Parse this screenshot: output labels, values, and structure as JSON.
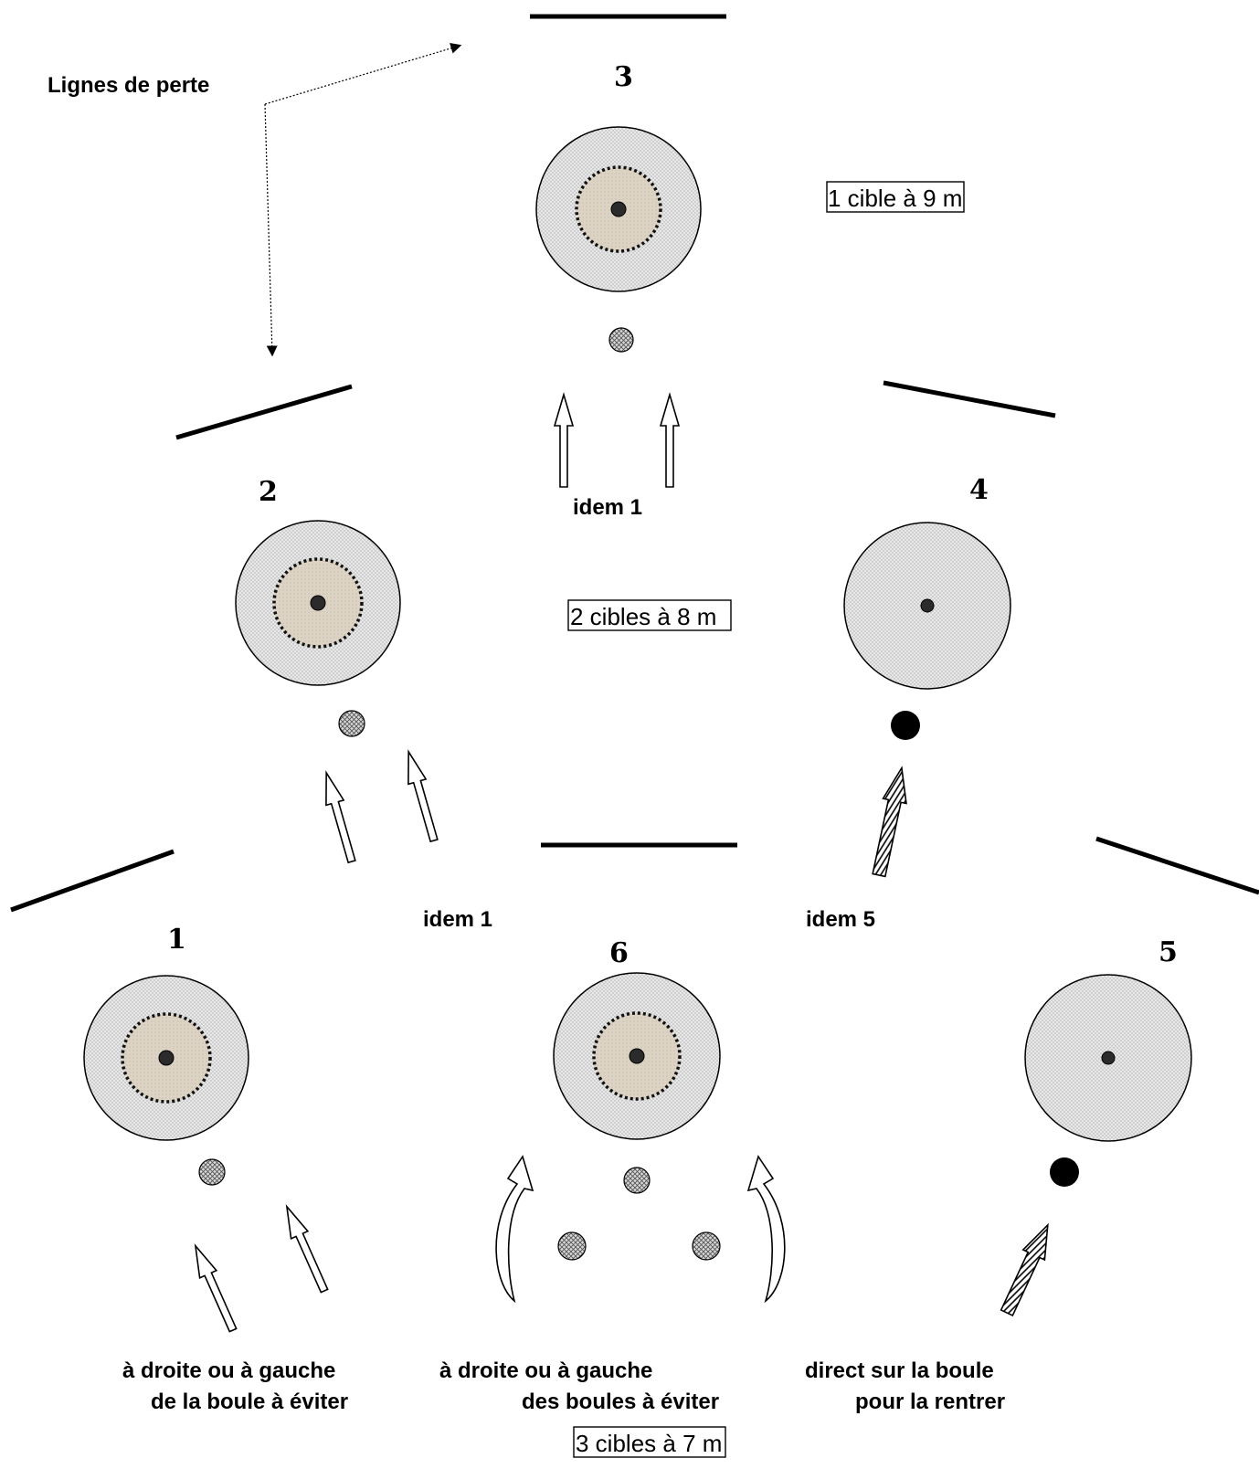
{
  "loss_lines_label": "Lignes de perte",
  "stations": [
    {
      "id": "s1",
      "number": "1"
    },
    {
      "id": "s2",
      "number": "2"
    },
    {
      "id": "s3",
      "number": "3"
    },
    {
      "id": "s4",
      "number": "4"
    },
    {
      "id": "s5",
      "number": "5"
    },
    {
      "id": "s6",
      "number": "6"
    }
  ],
  "distance_boxes": {
    "nine_m": "1 cible à 9 m",
    "eight_m": "2 cibles  à  8 m",
    "seven_m": "3 cibles à 7 m"
  },
  "notes": {
    "idem1_top": "idem 1",
    "idem1_mid": "idem 1",
    "idem5": "idem 5"
  },
  "captions": {
    "c1_line1": "à droite ou à gauche",
    "c1_line2": "de la boule à éviter",
    "c6_line1": "à droite ou à gauche",
    "c6_line2": "des boules à éviter",
    "c5_line1": "direct sur la boule",
    "c5_line2": "pour la rentrer"
  },
  "colors": {
    "outer_ring": "#e4e4e4",
    "inner_zone": "#dcd3c4",
    "center_dot": "#2b2b2b",
    "line": "#000000"
  }
}
